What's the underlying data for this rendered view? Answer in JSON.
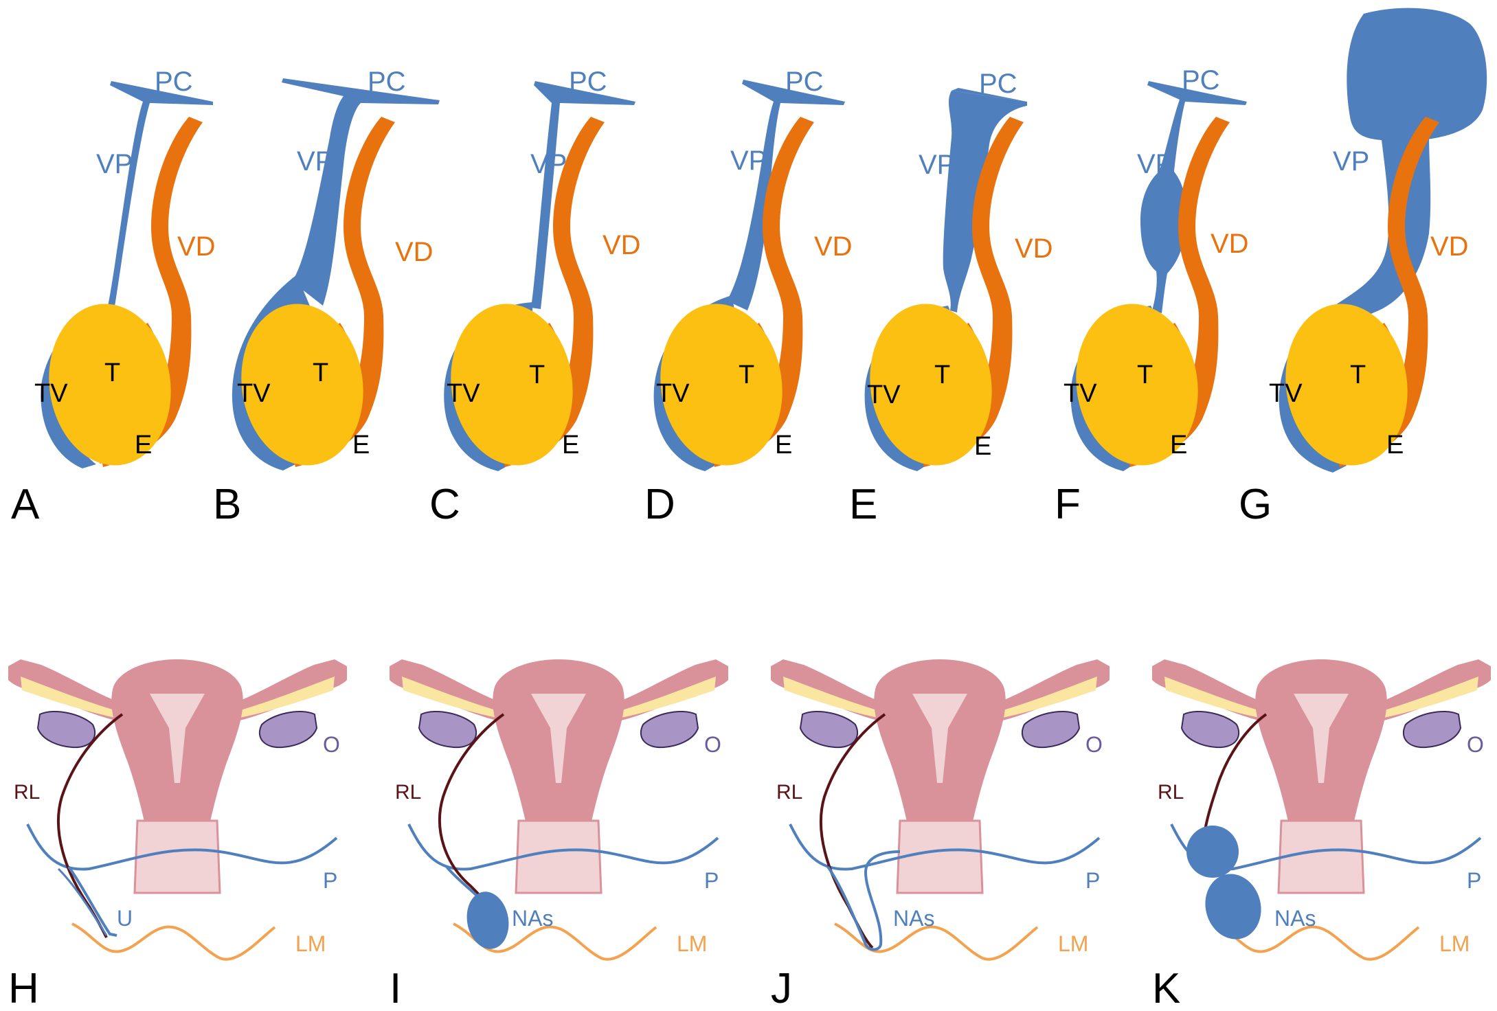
{
  "colors": {
    "vaginalis": "#4f80bd",
    "testis": "#fcc012",
    "duct": "#e8720d",
    "uterus": "#d9919a",
    "uterus_light": "#f1d3d6",
    "tube": "#fae6a0",
    "ovary": "#a895c6",
    "round_ligament": "#5a1418",
    "peritoneum": "#4f80bd",
    "levator": "#f3a24f",
    "label_dark": "#000000",
    "label_purple": "#6a5a9e"
  },
  "labels": {
    "pc": "PC",
    "vp": "VP",
    "vd": "VD",
    "tv": "TV",
    "t": "T",
    "e": "E",
    "rl": "RL",
    "o": "O",
    "p": "P",
    "u": "U",
    "nas": "NAs",
    "lm": "LM"
  },
  "male_panels": [
    {
      "letter": "A",
      "variant": "closed"
    },
    {
      "letter": "B",
      "variant": "patent-wide"
    },
    {
      "letter": "C",
      "variant": "closed-large-tv"
    },
    {
      "letter": "D",
      "variant": "patent-taper"
    },
    {
      "letter": "E",
      "variant": "upper-sac"
    },
    {
      "letter": "F",
      "variant": "middle-cyst"
    },
    {
      "letter": "G",
      "variant": "scrotal-hernia"
    }
  ],
  "female_panels": [
    {
      "letter": "H",
      "variant": "normal",
      "canal_label": "U"
    },
    {
      "letter": "I",
      "variant": "cyst",
      "canal_label": "NAs"
    },
    {
      "letter": "J",
      "variant": "open-canal",
      "canal_label": "NAs"
    },
    {
      "letter": "K",
      "variant": "double-cyst",
      "canal_label": "NAs"
    }
  ]
}
